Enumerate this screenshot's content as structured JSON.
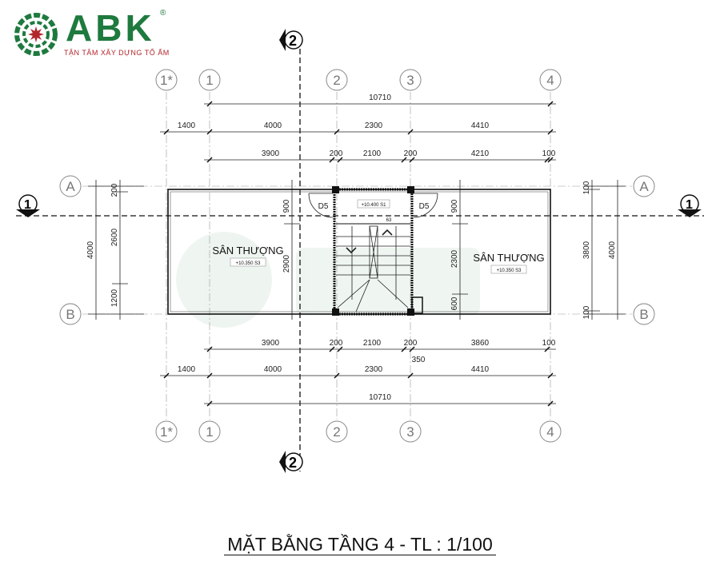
{
  "logo": {
    "brand": "ABK",
    "tagline": "TẬN TÂM XÂY DỰNG TỔ ẤM",
    "registered": "®"
  },
  "title": "MẶT BẰNG TẦNG 4 - TL : 1/100",
  "axes": {
    "cols": [
      "1*",
      "1",
      "2",
      "3",
      "4"
    ],
    "rows": [
      "A",
      "B"
    ]
  },
  "sections": {
    "horizontal": "1",
    "vertical": "2"
  },
  "dims_top": {
    "total": "10710",
    "row2": [
      "1400",
      "4000",
      "2300",
      "4410"
    ],
    "row3": [
      "3900",
      "200",
      "2100",
      "200",
      "4210",
      "100"
    ]
  },
  "dims_bottom": {
    "row1": [
      "3900",
      "200",
      "2100",
      "200",
      "3860",
      "100"
    ],
    "extra": "350",
    "row2": [
      "1400",
      "4000",
      "2300",
      "4410"
    ],
    "total": "10710"
  },
  "dims_left": {
    "outer": "4000",
    "inner": [
      "200",
      "2600",
      "1200"
    ],
    "mid": [
      "900",
      "2900"
    ]
  },
  "dims_right": {
    "outer": "4000",
    "inner": [
      "100",
      "3800",
      "100"
    ],
    "mid": [
      "900",
      "2300",
      "600"
    ]
  },
  "rooms": [
    {
      "name": "SÂN THƯỢNG",
      "level": "+10.350 S3"
    },
    {
      "name": "SÂN THƯỢNG",
      "level": "+10.350 S3"
    }
  ],
  "stair": {
    "level": "+10.400 S1",
    "doors": [
      "D5",
      "D5"
    ],
    "note": "63"
  },
  "colors": {
    "brand_green": "#1e7a3e",
    "brand_red": "#b2262b"
  }
}
